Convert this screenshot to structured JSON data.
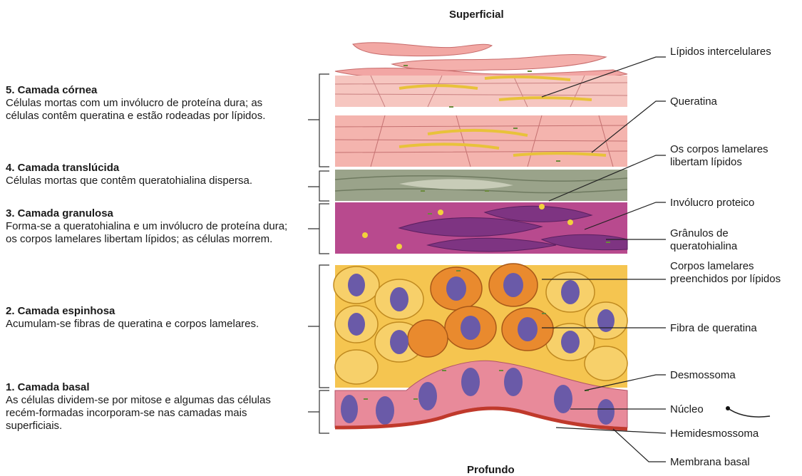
{
  "labels": {
    "top": "Superficial",
    "bottom": "Profundo"
  },
  "layers": [
    {
      "title": "5. Camada córnea",
      "description": "Células mortas com um invólucro de proteína dura; as células contêm queratina e estão rodeadas por lípidos."
    },
    {
      "title": "4. Camada translúcida",
      "description": "Células mortas que contêm queratohialina dispersa."
    },
    {
      "title": "3. Camada granulosa",
      "description": "Forma-se a queratohialina e um invólucro de proteína dura; os corpos lamelares libertam lípidos; as células morrem."
    },
    {
      "title": "2. Camada espinhosa",
      "description": "Acumulam-se fibras de queratina e corpos lamelares."
    },
    {
      "title": "1. Camada basal",
      "description": "As células dividem-se por mitose e algumas das células recém-formadas incorporam-se nas camadas mais superficiais."
    }
  ],
  "callouts": [
    "Lípidos intercelulares",
    "Queratina",
    "Os corpos lamelares libertam lípidos",
    "Invólucro proteico",
    "Grânulos de queratohialina",
    "Corpos lamelares preenchidos por lípidos",
    "Fibra de queratina",
    "Desmossoma",
    "Núcleo",
    "Hemidesmossoma",
    "Membrana basal"
  ],
  "colors": {
    "cornea": "#f4b4ae",
    "cornea_lipid": "#f2d23c",
    "translucida": "#9aa38a",
    "granulosa": "#b84a8e",
    "granulosa_cell": "#8a3a88",
    "espinhosa": "#f5c550",
    "espinhosa_inner": "#e98a2e",
    "nucleus": "#6a5aa8",
    "basal": "#e88a9a",
    "membrane": "#c0392b",
    "desmosome": "#6a8a3a"
  }
}
